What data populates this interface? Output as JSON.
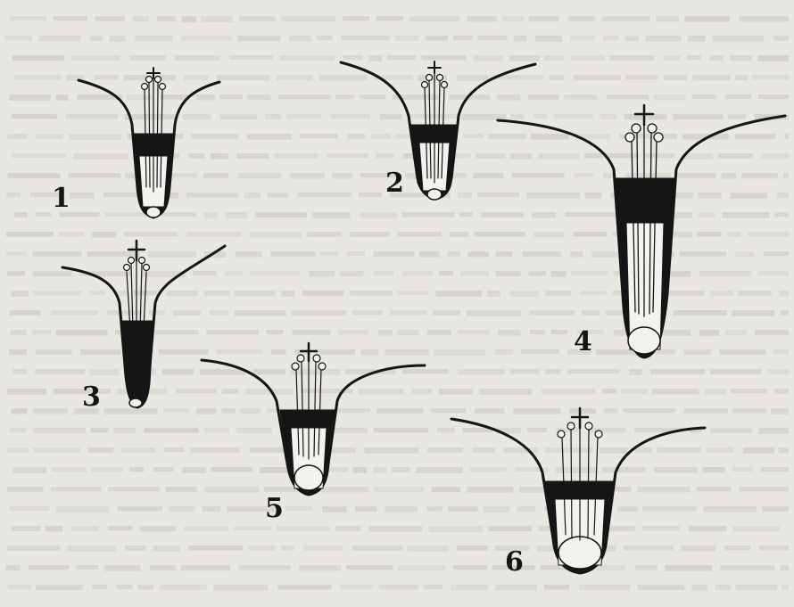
{
  "plate": {
    "ink": "#151515",
    "paper": "#e9e7e2",
    "show_through_text": "#c9c6c0",
    "figures": [
      {
        "id": "1",
        "label": "1"
      },
      {
        "id": "2",
        "label": "2"
      },
      {
        "id": "3",
        "label": "3"
      },
      {
        "id": "4",
        "label": "4"
      },
      {
        "id": "5",
        "label": "5"
      },
      {
        "id": "6",
        "label": "6"
      }
    ]
  }
}
